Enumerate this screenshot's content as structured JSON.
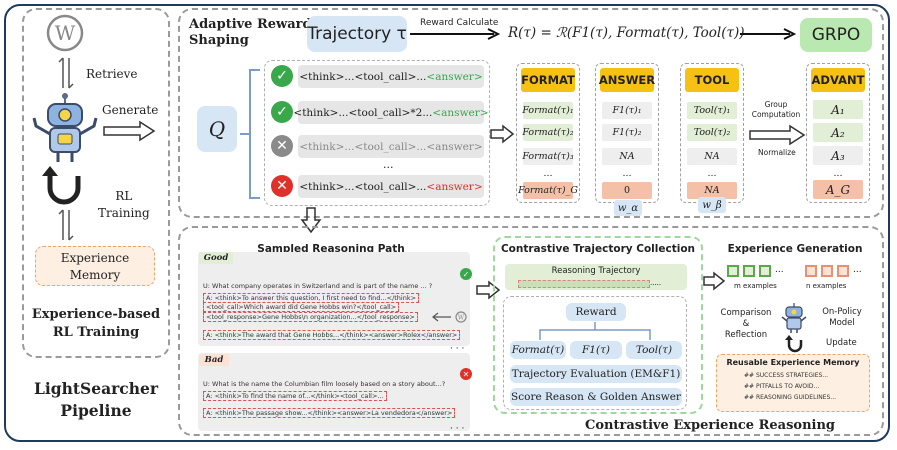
{
  "left_panel": {
    "retrieve": "Retrieve",
    "generate": "Generate",
    "rl_training_line1": "RL",
    "rl_training_line2": "Training",
    "memory_line1": "Experience",
    "memory_line2": "Memory",
    "title_line1": "Experience-based",
    "title_line2": "RL Training",
    "pipeline_line1": "LightSearcher",
    "pipeline_line2": "Pipeline"
  },
  "reward": {
    "title_line1": "Adaptive Reward",
    "title_line2": "Shaping",
    "trajectory_box": "Trajectory τ",
    "reward_calc": "Reward Calculate",
    "formula": "R(τ) = ℛ(F1(τ), Format(τ), Tool(τ))",
    "grpo": "GRPO",
    "q": "Q",
    "rows": [
      {
        "a": "<think>...<tool_call>...",
        "b": "<answer>",
        "status": "check"
      },
      {
        "a": "<think>...<tool_call>*2...",
        "b": "<answer>",
        "status": "check"
      },
      {
        "a": "<think>...<tool_call>...<answer>",
        "b": "",
        "status": "cross-gray"
      },
      {
        "a": "...",
        "b": "",
        "status": "none"
      },
      {
        "a": "<think>...<tool_call>...",
        "b": "<answer>",
        "status": "cross-red"
      }
    ],
    "columns": [
      {
        "head": "FORMAT",
        "cells": [
          "Format(τ)₁",
          "Format(τ)₂",
          "Format(τ)₃",
          "...",
          "Format(τ)_G"
        ]
      },
      {
        "head": "ANSWER",
        "cells": [
          "F1(τ)₁",
          "F1(τ)₂",
          "NA",
          "...",
          "0"
        ]
      },
      {
        "head": "TOOL",
        "cells": [
          "Tool(τ)₁",
          "Tool(τ)₂",
          "NA",
          "...",
          "NA"
        ]
      },
      {
        "head": "ADVANT",
        "cells": [
          "A₁",
          "A₂",
          "A₃",
          "...",
          "A_G"
        ]
      }
    ],
    "w_alpha": "w_α",
    "w_beta": "w_β",
    "group_line1": "Group",
    "group_line2": "Computation",
    "normalize": "Normalize"
  },
  "sampled": {
    "title": "Sampled Reasoning Path",
    "good": "Good",
    "good_q": "U: What company operates in Switzerland and is part of the name ... ?",
    "good_l1": "A: <think>To answer this question, I first need to find...</think>",
    "good_l2": "<tool_call>Which award did Gene Hobbs win?</tool_call>",
    "good_l3": "<tool_response>Gene Hobbs\\n organization...</tool_response>",
    "good_l4": "A: <think>The award that Gene Hobbs...</think><answer>Rolex</answer>",
    "bad": "Bad",
    "bad_q": "U: What is the name the Columbian film loosely based on a story about...?",
    "bad_l1": "A: <think>To find the name of...</think><tool_call>...",
    "bad_l2": "A: <think>The passage show...</think><answer>La vendedora</answer>",
    "ellipsis": "· · ·"
  },
  "contrastive": {
    "title": "Contrastive Trajectory Collection",
    "reasoning_traj": "Reasoning Trajectory",
    "reward": "Reward",
    "format": "Format(τ)",
    "f1": "F1(τ)",
    "tool": "Tool(τ)",
    "eval": "Trajectory Evaluation (EM&F1)",
    "score": "Score Reason & Golden Answer",
    "bottom_title": "Contrastive Experience Reasoning"
  },
  "experience": {
    "title": "Experience Generation",
    "m_examples": "m examples",
    "n_examples": "n examples",
    "comparison_line1": "Comparison",
    "comparison_line2": "&",
    "comparison_line3": "Reflection",
    "onpolicy_line1": "On-Policy",
    "onpolicy_line2": "Model",
    "update": "Update",
    "memory_title": "Reusable Experience Memory",
    "items": [
      "## SUCCESS STRATEGIES...",
      "## PITFALLS TO AVOID...",
      "## REASONING GUIDELINES..."
    ]
  },
  "colors": {
    "frame": "#1e3a5f",
    "blue_box": "#d6e6f5",
    "green_box": "#b9e8b0",
    "header_yellow": "#f7c114",
    "check_green": "#38a84a",
    "cross_red": "#e0302a",
    "cross_gray": "#8a8a8a"
  }
}
